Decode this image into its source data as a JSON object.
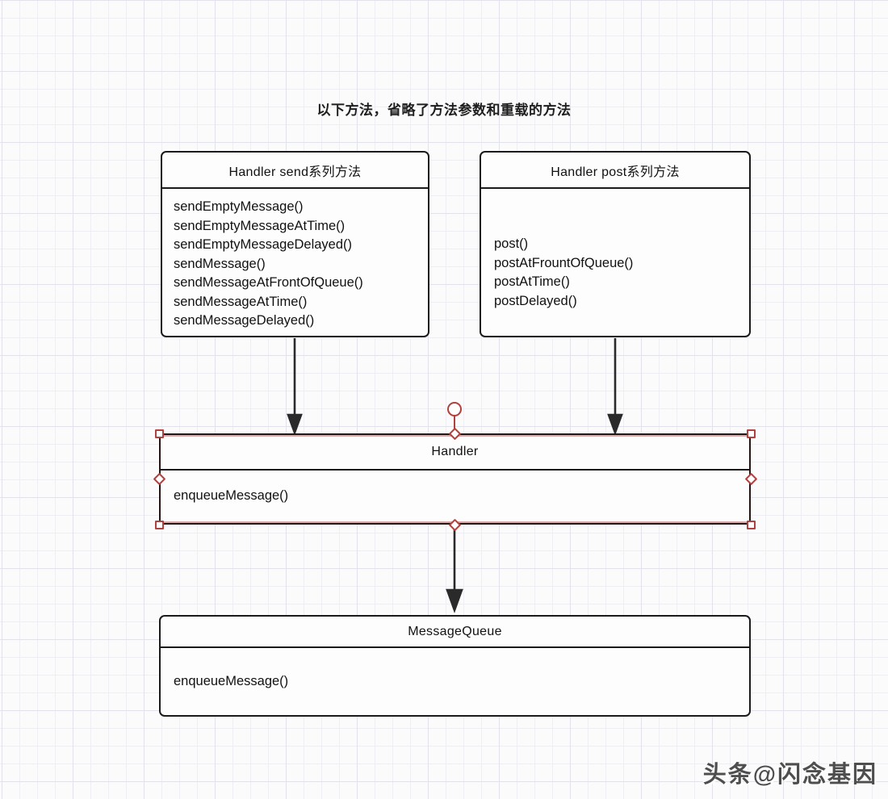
{
  "diagram": {
    "note": "以下方法，省略了方法参数和重载的方法",
    "send_box": {
      "title": "Handler send系列方法",
      "methods": [
        "sendEmptyMessage()",
        "sendEmptyMessageAtTime()",
        "sendEmptyMessageDelayed()",
        "sendMessage()",
        "sendMessageAtFrontOfQueue()",
        "sendMessageAtTime()",
        "sendMessageDelayed()"
      ]
    },
    "post_box": {
      "title": "Handler post系列方法",
      "methods": [
        "post()",
        "postAtFrountOfQueue()",
        "postAtTime()",
        "postDelayed()"
      ]
    },
    "handler_box": {
      "title": "Handler",
      "methods": [
        "enqueueMessage()"
      ]
    },
    "message_queue_box": {
      "title": "MessageQueue",
      "methods": [
        "enqueueMessage()"
      ]
    }
  },
  "watermark": "头条@闪念基因",
  "colors": {
    "selection_red": "#b0413e",
    "box_border": "#1b1b1b",
    "arrow": "#2a2a2a",
    "grid_line": "#e2e2ea",
    "background": "#fbfbfc"
  }
}
